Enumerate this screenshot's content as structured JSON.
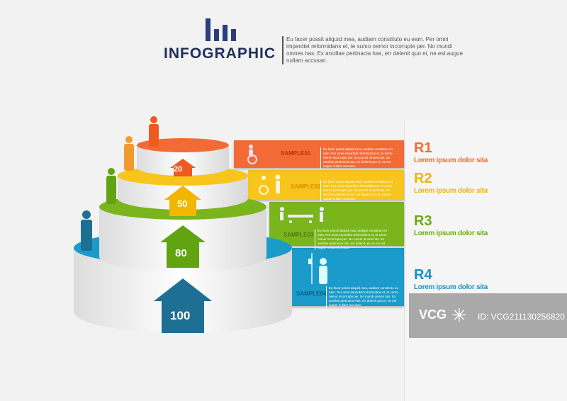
{
  "header": {
    "title": "INFOGRAPHIC",
    "description": "Eu facer possit aliquid mea, audiam constituto eu eam. Per omni imperdiet reformidans et, te sumo nemor incorrupte per. No mundi omnes has. Ex ancillae pertinacia has, err delenit quo ei, ne est augue nullam accusan."
  },
  "tiers": [
    {
      "value": "20",
      "color": "#f26b36",
      "sample": "SAMPLE01",
      "icon": "wheelchair-icon"
    },
    {
      "value": "50",
      "color": "#f7c51b",
      "sample": "SAMPLE02",
      "icon": "wheelchair-helper-icon"
    },
    {
      "value": "80",
      "color": "#7ab51d",
      "sample": "SAMPLE03",
      "icon": "stretcher-icon"
    },
    {
      "value": "100",
      "color": "#1a9bc9",
      "sample": "SAMPLE04",
      "icon": "iv-patient-icon"
    }
  ],
  "band_text": "Eu facer possit aliquid mea, audiam constituto eu eam. Per omni imperdiet reformidans et, te sumo nemor incorrupte per. No mundi omnes has. Ex ancillae pertinacia has, err delenit quo ei, ne est augue nullam accusan.",
  "labels": [
    {
      "heading": "R1",
      "text": "Lorem ipsum dolor sita",
      "color": "#f26b36"
    },
    {
      "heading": "R2",
      "text": "Lorem ipsum dolor sita",
      "color": "#f0b400"
    },
    {
      "heading": "R3",
      "text": "Lorem ipsum dolor sita",
      "color": "#6aab12"
    },
    {
      "heading": "R4",
      "text": "Lorem ipsum dolor sita",
      "color": "#1a8fc0"
    }
  ],
  "watermark": {
    "logo": "VCG",
    "id": "ID: VCG211130256820"
  }
}
